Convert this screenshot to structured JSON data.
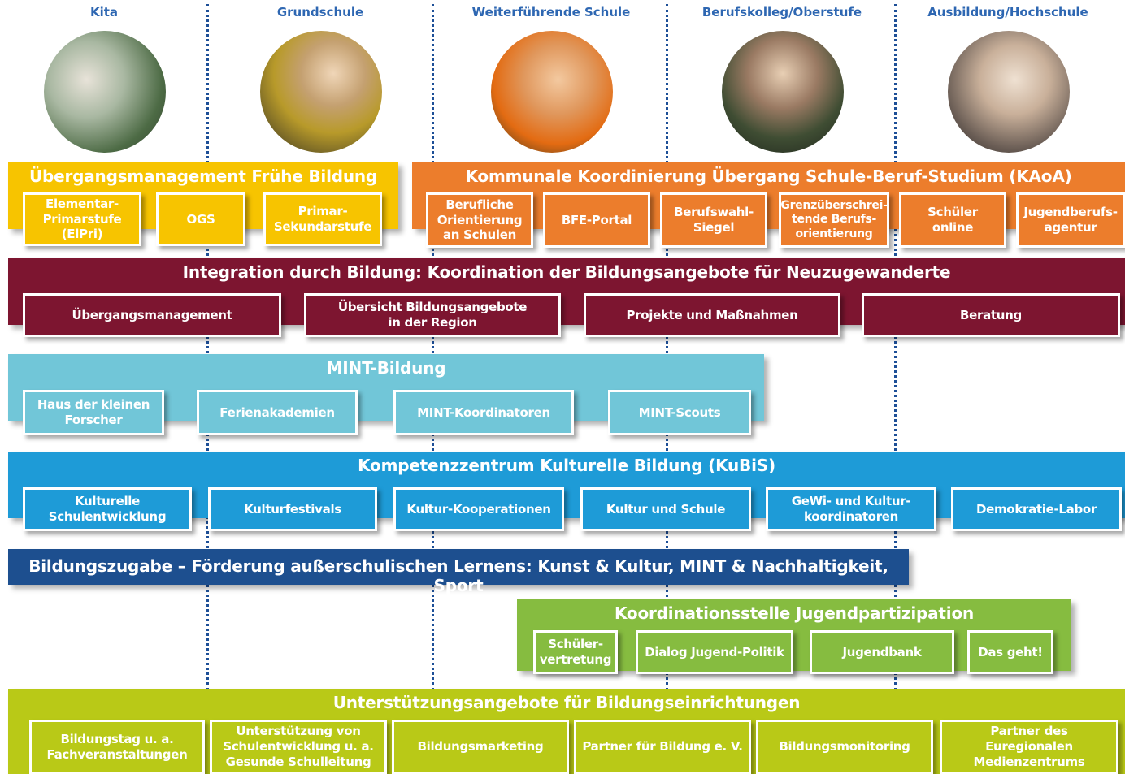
{
  "stages": [
    "Kita",
    "Grundschule",
    "Weiterführende Schule",
    "Berufskolleg/Oberstufe",
    "Ausbildung/Hochschule"
  ],
  "colors": {
    "stage_text": "#2e67b2",
    "divider": "#1d4f97",
    "yellow": "#f7c400",
    "orange": "#ec7d2c",
    "maroon": "#7d1530",
    "light_blue": "#71c6d8",
    "blue": "#1e9bd7",
    "dark_blue": "#1d4f8f",
    "green": "#86bc40",
    "lime": "#b9c917"
  },
  "fruehe_bildung": {
    "title": "Übergangsmanagement Frühe Bildung",
    "items": [
      "Elementar-\nPrimarstufe\n(ElPri)",
      "OGS",
      "Primar-\nSekundarstufe"
    ]
  },
  "kaoa": {
    "title": "Kommunale Koordinierung Übergang Schule-Beruf-Studium (KAoA)",
    "items": [
      "Berufliche\nOrientierung\nan Schulen",
      "BFE-Portal",
      "Berufswahl-\nSiegel",
      "Grenzüberschrei-\ntende Berufs-\norientierung",
      "Schüler\nonline",
      "Jugendberufs-\nagentur"
    ]
  },
  "integration": {
    "title": "Integration durch Bildung: Koordination der Bildungsangebote für Neuzugewanderte",
    "items": [
      "Übergangsmanagement",
      "Übersicht Bildungsangebote\nin der Region",
      "Projekte und Maßnahmen",
      "Beratung"
    ]
  },
  "mint": {
    "title": "MINT-Bildung",
    "items": [
      "Haus der kleinen\nForscher",
      "Ferienakademien",
      "MINT-Koordinatoren",
      "MINT-Scouts"
    ]
  },
  "kubis": {
    "title": "Kompetenzzentrum Kulturelle Bildung (KuBiS)",
    "items": [
      "Kulturelle\nSchulentwicklung",
      "Kulturfestivals",
      "Kultur-Kooperationen",
      "Kultur und Schule",
      "GeWi- und Kultur-\nkoordinatoren",
      "Demokratie-Labor"
    ]
  },
  "bildungszugabe": {
    "title": "Bildungszugabe – Förderung außerschulischen Lernens: Kunst & Kultur, MINT & Nachhaltigkeit, Sport"
  },
  "jugendpartizipation": {
    "title": "Koordinationsstelle Jugendpartizipation",
    "items": [
      "Schüler-\nvertretung",
      "Dialog Jugend-Politik",
      "Jugendbank",
      "Das geht!"
    ]
  },
  "unterstuetzung": {
    "title": "Unterstützungsangebote für Bildungseinrichtungen",
    "items": [
      "Bildungstag u. a.\nFachveranstaltungen",
      "Unterstützung von\nSchulentwicklung u. a.\nGesunde Schulleitung",
      "Bildungsmarketing",
      "Partner für Bildung e. V.",
      "Bildungsmonitoring",
      "Partner des\nEuregionalen\nMedienzentrums"
    ]
  }
}
